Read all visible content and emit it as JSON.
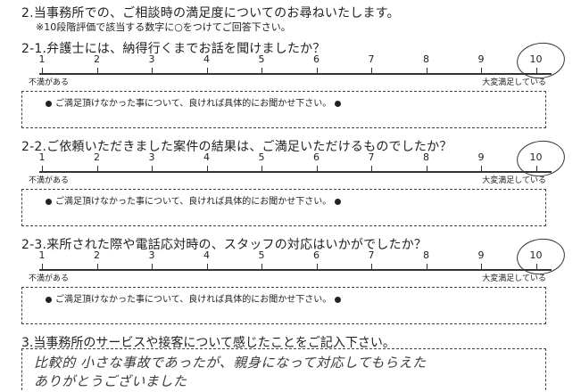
{
  "header": {
    "title": "2.当事務所での、ご相談時の満足度についてのお尋ねいたします。",
    "note": "※10段階評価で該当する数字に○をつけてご回答下さい。"
  },
  "scale": {
    "numbers": [
      "1",
      "2",
      "3",
      "4",
      "5",
      "6",
      "7",
      "8",
      "9",
      "10"
    ],
    "low_label": "不満がある",
    "high_label": "大変満足している"
  },
  "comment_prompt": "ご満足頂けなかった事について、良ければ具体的にお聞かせ下さい。",
  "questions": [
    {
      "title": "2-1.弁護士には、納得行くまでお話を聞けましたか？",
      "selected": 10
    },
    {
      "title": "2-2.ご依頼いただきました案件の結果は、ご満足いただけるものでしたか？",
      "selected": 10
    },
    {
      "title": "2-3.来所された際や電話応対時の、スタッフの対応はいかがでしたか？",
      "selected": 10
    }
  ],
  "section3": {
    "title": "3.当事務所のサービスや接客について感じたことをご記入下さい。",
    "handwritten_line1": "比較的 小さな事故であったが、親身になって対応してもらえた",
    "handwritten_line2": "ありがとうございました"
  }
}
